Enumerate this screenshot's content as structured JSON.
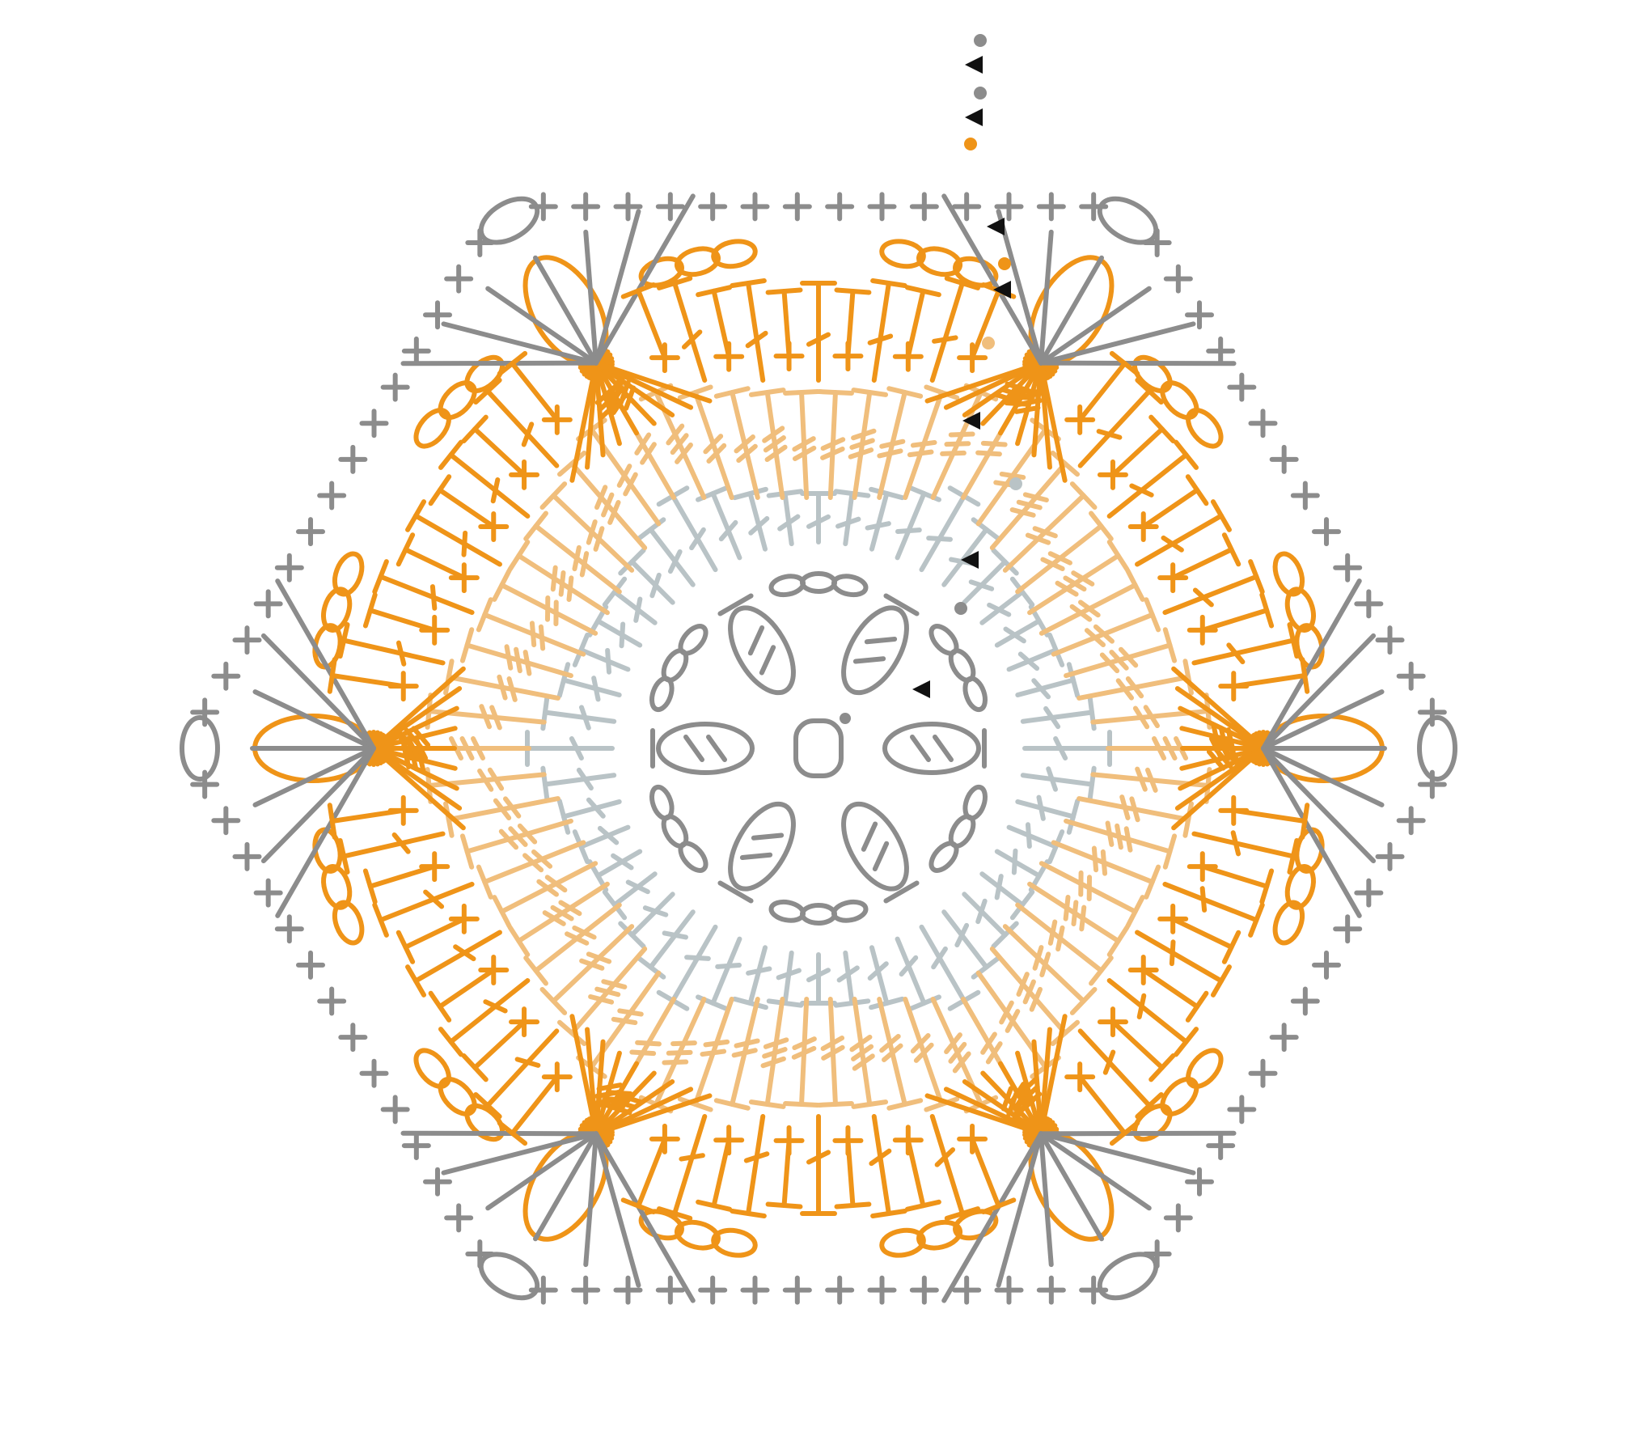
{
  "diagram": {
    "type": "crochet-chart",
    "shape": "hexagon",
    "sides": 6,
    "colors": {
      "background": "#ffffff",
      "center": "#8c8c8c",
      "round_light_gray": "#b9c3c6",
      "round_light_orange": "#f0be7c",
      "round_orange": "#ef9418",
      "border_gray": "#8c8c8c",
      "marker": "#111111"
    },
    "rounds": [
      {
        "round": 1,
        "color_key": "center",
        "stitches": [
          "magic-ring",
          "chain",
          "double-crochet-cluster"
        ]
      },
      {
        "round": 2,
        "color_key": "round_light_gray",
        "stitches": [
          "double-crochet"
        ]
      },
      {
        "round": 3,
        "color_key": "round_light_orange",
        "stitches": [
          "double-crochet",
          "treble-crochet"
        ]
      },
      {
        "round": 4,
        "color_key": "round_orange",
        "stitches": [
          "single-crochet",
          "half-double-crochet",
          "double-crochet",
          "puff-cluster"
        ]
      },
      {
        "round": 5,
        "color_key": "border_gray",
        "stitches": [
          "single-crochet",
          "chain"
        ]
      }
    ],
    "legend_symbols": [
      {
        "name": "chain",
        "glyph": "ellipse-icon"
      },
      {
        "name": "slip-stitch",
        "glyph": "dot-icon"
      },
      {
        "name": "single-crochet",
        "glyph": "plus-icon"
      },
      {
        "name": "double-crochet",
        "glyph": "t-bar-icon"
      },
      {
        "name": "fasten-off",
        "glyph": "triangle-icon"
      }
    ]
  }
}
